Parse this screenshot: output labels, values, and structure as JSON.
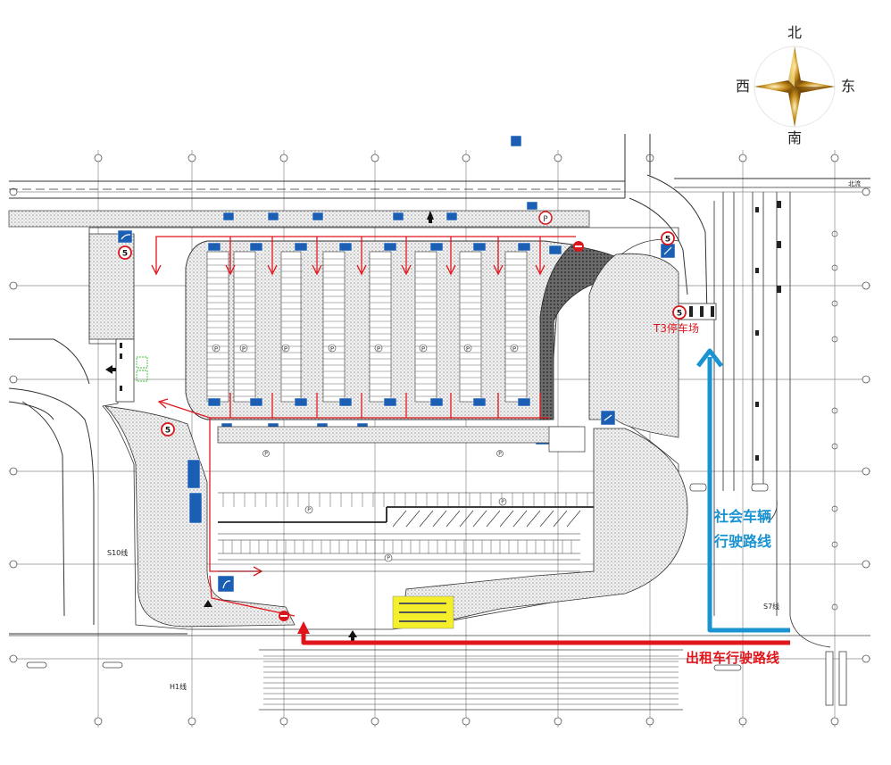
{
  "compass": {
    "north": "北",
    "south": "南",
    "west": "西",
    "east": "东"
  },
  "lot_label": "T3停车场",
  "speed_limit": "5",
  "parking_symbol": "P",
  "routes": {
    "social_line1": "社会车辆",
    "social_line2": "行驶路线",
    "taxi": "出租车行驶路线"
  },
  "road_labels": {
    "s10": "S10线",
    "s7": "S7线",
    "h1": "H1线",
    "top_right": "北流"
  },
  "colors": {
    "taxi_route": "#e0161c",
    "social_route": "#1993d2",
    "arrows": "#e0161c",
    "sign_blue": "#1a5fb4",
    "dots": "#b9b9b9",
    "sign_yellow": "#f4ef2a"
  }
}
